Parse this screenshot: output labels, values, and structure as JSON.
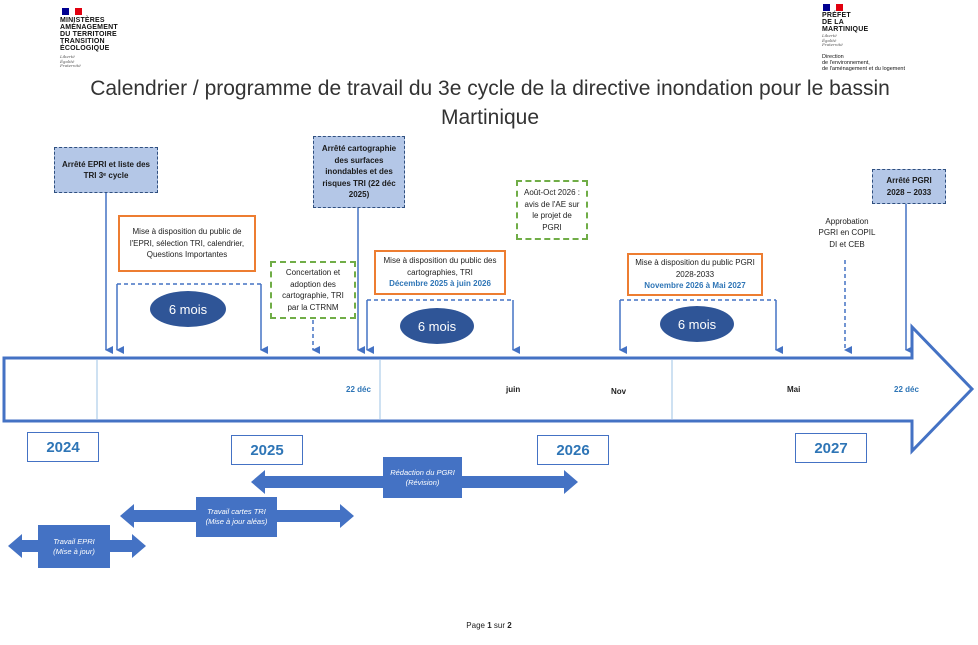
{
  "header": {
    "left_logo": {
      "name": "MINISTÈRES\nAMÉNAGEMENT\nDU TERRITOIRE\nTRANSITION\nÉCOLOGIQUE",
      "motto": "Liberté\nÉgalité\nFraternité"
    },
    "right_logo": {
      "name": "PRÉFET\nDE LA\nMARTINIQUE",
      "motto": "Liberté\nÉgalité\nFraternité",
      "sub": "Direction\nde l'environnement,\nde l'aménagement et du logement"
    },
    "title_line1": "Calendrier / programme de travail du 3e cycle de la directive inondation pour le bassin",
    "title_line2": "Martinique"
  },
  "milestones": {
    "arrete_epri": "Arrêté EPRI et liste des TRI 3ᵉ cycle",
    "arrete_carto": "Arrêté cartographie des surfaces inondables et des risques TRI (22 déc 2025)",
    "arrete_pgri": "Arrêté PGRI 2028 – 2033",
    "mise_dispo_epri": "Mise à disposition du public de l'EPRI, sélection TRI, calendrier, Questions Importantes",
    "concertation": "Concertation et adoption des cartographie, TRI par la CTRNM",
    "mise_dispo_carto": "Mise à disposition du public des cartographies, TRI",
    "mise_dispo_carto_dates": "Décembre 2025 à juin 2026",
    "avis_ae": "Août-Oct 2026 : avis de l'AE sur le projet de PGRI",
    "mise_dispo_pgri": "Mise à disposition du public PGRI 2028-2033",
    "mise_dispo_pgri_dates": "Novembre 2026 à Mai 2027",
    "approbation": "Approbation PGRI en COPIL DI et CEB"
  },
  "durations": {
    "d1": "6 mois",
    "d2": "6 mois",
    "d3": "6 mois"
  },
  "ticks": {
    "dec22_a": "22 déc",
    "juin": "juin",
    "nov": "Nov",
    "mai": "Mai",
    "dec22_b": "22 déc"
  },
  "years": {
    "y2024": "2024",
    "y2025": "2025",
    "y2026": "2026",
    "y2027": "2027"
  },
  "tasks": {
    "redaction": "Rédaction du PGRI\n(Révision)",
    "cartes": "Travail cartes TRI\n(Mise à jour aléas)",
    "epri": "Travail EPRI\n(Mise à jour)"
  },
  "footer": {
    "page": "Page",
    "current": "1",
    "of": "sur",
    "total": "2"
  },
  "colors": {
    "flag_blue": "#000091",
    "flag_red": "#e1000f",
    "arrow_blue": "#4472c4",
    "task_blue": "#4472c4",
    "pill_blue": "#2f5597",
    "orange": "#ed7d31",
    "green": "#70ad47"
  }
}
